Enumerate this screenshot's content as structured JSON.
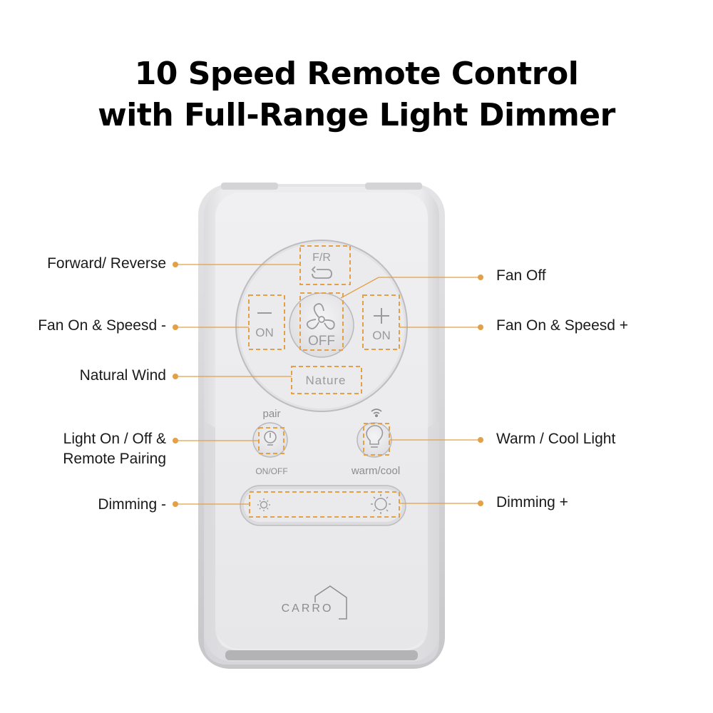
{
  "header": {
    "line1": "10 Speed Remote Control",
    "line2": "with Full-Range Light Dimmer"
  },
  "callouts": {
    "forward_reverse": "Forward/ Reverse",
    "fan_on_speed_minus": "Fan On & Speesd -",
    "natural_wind": "Natural Wind",
    "light_on_off_1": "Light On / Off &",
    "light_on_off_2": "Remote Pairing",
    "dimming_minus": "Dimming -",
    "fan_off": "Fan Off",
    "fan_on_speed_plus": "Fan On & Speesd +",
    "warm_cool": "Warm / Cool Light",
    "dimming_plus": "Dimming +"
  },
  "remote": {
    "fr_label": "F/R",
    "minus_on_label": "ON",
    "off_label": "OFF",
    "plus_on_label": "ON",
    "nature_label": "Nature",
    "pair_label": "pair",
    "onoff_label": "ON/OFF",
    "warmcool_label": "warm/cool",
    "brand": "CARRO"
  },
  "colors": {
    "accent": "#e3a047",
    "remote_body": "#e9e9eb",
    "text_grey": "#8c8c8c"
  }
}
